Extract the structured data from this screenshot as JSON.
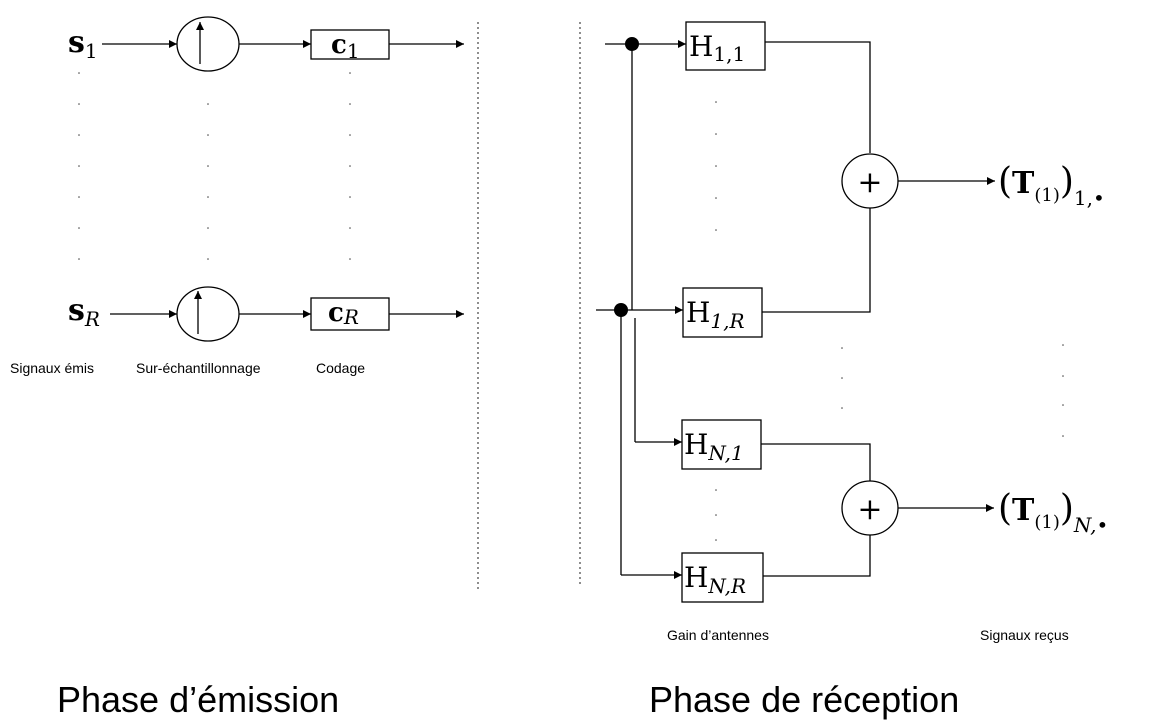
{
  "emission": {
    "signal_1": {
      "base": "s",
      "sub": "1"
    },
    "signal_R": {
      "base": "s",
      "sub": "R"
    },
    "code_1": {
      "base": "c",
      "sub": "1"
    },
    "code_R": {
      "base": "c",
      "sub": "R"
    },
    "label_signals": "Signaux émis",
    "label_upsampling": "Sur-échantillonnage",
    "label_coding": "Codage",
    "phase_title": "Phase d’émission"
  },
  "reception": {
    "h11": {
      "base": "H",
      "sub": "1,1"
    },
    "h1R": {
      "base": "H",
      "sub": "1,R"
    },
    "hN1": {
      "base": "H",
      "sub": "N,1"
    },
    "hNR": {
      "base": "H",
      "sub": "N,R"
    },
    "sum_symbol": "+",
    "out_1": {
      "base": "T",
      "inner": "(1)",
      "sub": "1,•"
    },
    "out_N": {
      "base": "T",
      "inner": "(1)",
      "sub": "N,•"
    },
    "label_gain": "Gain d’antennes",
    "label_received": "Signaux reçus",
    "phase_title": "Phase de réception"
  }
}
